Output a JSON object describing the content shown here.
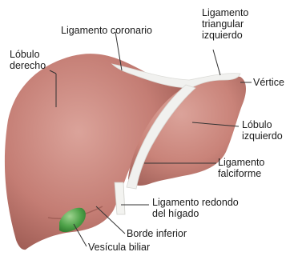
{
  "labels": {
    "ligamento_coronario": "Ligamento coronario",
    "ligamento_triangular_izquierdo": [
      "Ligamento",
      "triangular",
      "izquierdo"
    ],
    "lobulo_derecho": [
      "Lóbulo",
      "derecho"
    ],
    "vertice": "Vértice",
    "lobulo_izquierdo": [
      "Lóbulo",
      "izquierdo"
    ],
    "ligamento_falciforme": [
      "Ligamento",
      "falciforme"
    ],
    "ligamento_redondo": [
      "Ligamento redondo",
      "del hígado"
    ],
    "borde_inferior": "Borde inferior",
    "vesicula_biliar": "Vesícula biliar"
  },
  "colors": {
    "liver": "#c47d74",
    "liver_light": "#d89a90",
    "liver_dark": "#9c5a52",
    "ligament": "#f1f1ef",
    "gallbladder": "#4fa34a",
    "leader_line": "#333333"
  }
}
